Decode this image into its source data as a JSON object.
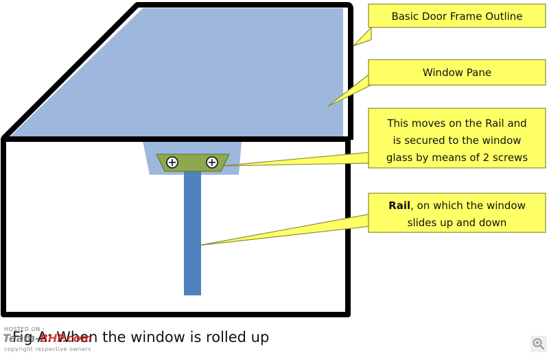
{
  "callouts": {
    "door_frame": "Basic Door Frame Outline",
    "window_pane": "Window Pane",
    "carrier_line1": "This moves on the Rail and",
    "carrier_line2": "is  secured to the window",
    "carrier_line3": "glass by means of 2 screws",
    "rail_bold": "Rail",
    "rail_rest": ", on which the window",
    "rail_line2": "slides up and down"
  },
  "caption": "Fig A: When the window is rolled up",
  "watermark": {
    "hosted": "HOSTED ON :",
    "logo_main": "Team-",
    "logo_accent": "BHP.com",
    "copyright": "copyright respective owners"
  },
  "colors": {
    "pane": "#9db8dc",
    "rail": "#4f81bd",
    "carrier": "#8ea84c",
    "callout_fill": "#ffff66",
    "callout_stroke": "#8a8a3a",
    "frame": "#000000"
  },
  "icons": {
    "screw": "screw-icon",
    "zoom": "zoom-icon"
  }
}
